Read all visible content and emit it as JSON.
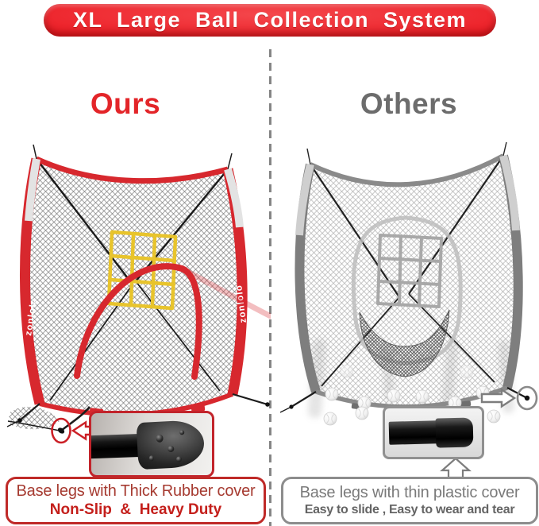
{
  "banner": {
    "title": "XL Large Ball Collection System",
    "background_color": "#e8191f",
    "text_color": "#ffffff"
  },
  "divider": {
    "style": "vertical-dashed",
    "color": "#8f8f8f"
  },
  "ours": {
    "heading": "Ours",
    "heading_color": "#e32529",
    "brand": "zonlolo",
    "frame_color": "#d7282e",
    "strike_zone_color": "#e8c42c",
    "callout": {
      "line1": "Base legs with Thick Rubber cover",
      "line2": "Non-Slip  &  Heavy Duty",
      "border_color": "#bf2a28",
      "line1_color": "#a63b31",
      "line2_color": "#c41f1b"
    }
  },
  "others": {
    "heading": "Others",
    "heading_color": "#6c6c6c",
    "frame_color": "#8a8a8a",
    "callout": {
      "line1": "Base legs with thin plastic cover",
      "line2": "Easy to slide , Easy to wear and tear",
      "border_color": "#8d8d8d",
      "line1_color": "#7a7a7a",
      "line2_color": "#646464"
    }
  },
  "icons": {
    "left_arrow": "left-arrow-icon",
    "right_arrow": "right-arrow-icon",
    "up_arrow": "up-arrow-icon",
    "ours_foot_marker": "red-circle-outline",
    "others_foot_marker": "gray-circle-outline"
  }
}
